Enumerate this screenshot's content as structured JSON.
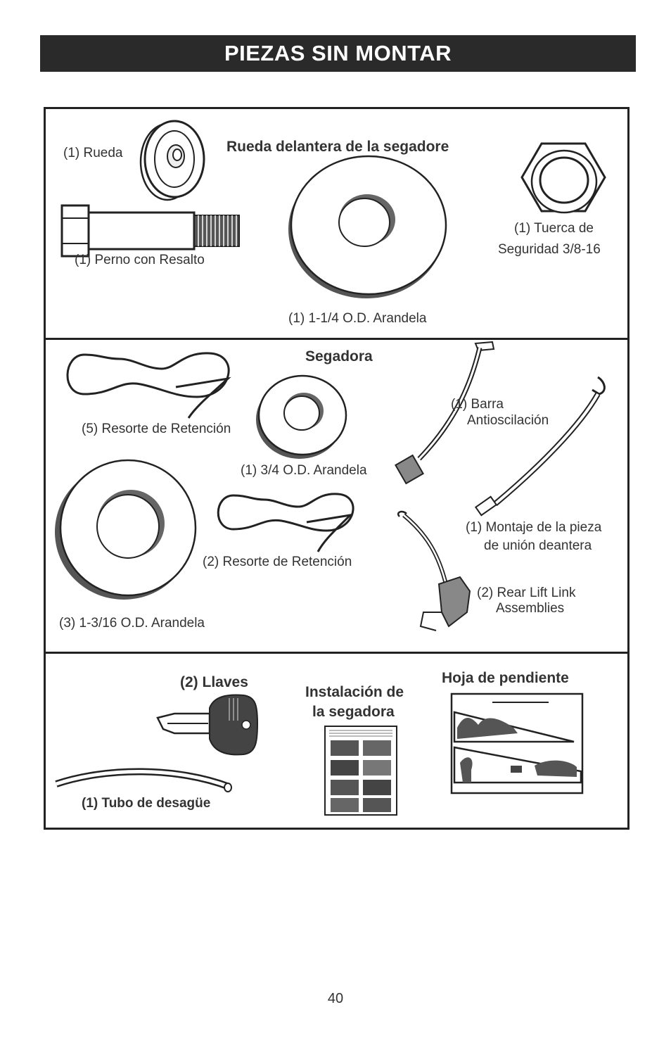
{
  "title": "PIEZAS SIN MONTAR",
  "page_number": "40",
  "section_front_wheel": {
    "heading": "Rueda delantera de la segadore",
    "wheel_label": "(1) Rueda",
    "bolt_label": "(1) Perno  con Resalto",
    "washer_label": "(1) 1-1/4 O.D. Arandela",
    "nut_label_line1": "(1) Tuerca de",
    "nut_label_line2": "Seguridad  3/8-16"
  },
  "section_mower": {
    "heading": "Segadora",
    "clip5_label": "(5) Resorte de Retención",
    "washer34_label": "(1) 3/4 O.D. Arandela",
    "bar_label_line1": "(1) Barra",
    "bar_label_line2": "Antioscilación",
    "washer316_label": "(3) 1-3/16 O.D. Arandela",
    "clip2_label": "(2) Resorte de Retención",
    "front_link_line1": "(1) Montaje de la pieza",
    "front_link_line2": "de unión deantera",
    "rear_link_line1": "(2) Rear Lift Link",
    "rear_link_line2": "Assemblies"
  },
  "section_bottom": {
    "keys_label": "(2) Llaves",
    "tube_label": "(1) Tubo de desagüe",
    "install_line1": "Instalación de",
    "install_line2": "la segadora",
    "slope_label": "Hoja de pendiente"
  }
}
